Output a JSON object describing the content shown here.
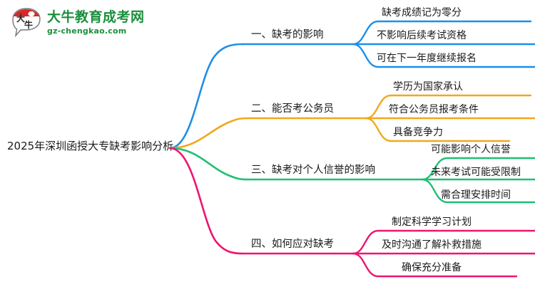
{
  "logo": {
    "mark_text_top": "大",
    "mark_text_bottom": "牛",
    "title": "大牛教育成考网",
    "url": "gz-chengkao.com",
    "brand_color": "#1a8f3c",
    "mark_accent_color": "#d62828"
  },
  "mindmap": {
    "center": {
      "title": "2025年深圳函授大专缺考影响分析"
    },
    "branches": [
      {
        "label": "一、缺考的影响",
        "color": "#1e8fe8",
        "children": [
          {
            "label": "缺考成绩记为零分"
          },
          {
            "label": "不影响后续考试资格"
          },
          {
            "label": "可在下一年度继续报名"
          }
        ]
      },
      {
        "label": "二、能否考公务员",
        "color": "#f0a81e",
        "children": [
          {
            "label": "学历为国家承认"
          },
          {
            "label": "符合公务员报考条件"
          },
          {
            "label": "具备竞争力"
          }
        ]
      },
      {
        "label": "三、缺考对个人信誉的影响",
        "color": "#1fbf74",
        "children": [
          {
            "label": "可能影响个人信誉"
          },
          {
            "label": "未来考试可能受限制"
          },
          {
            "label": "需合理安排时间"
          }
        ]
      },
      {
        "label": "四、如何应对缺考",
        "color": "#ef1470",
        "children": [
          {
            "label": "制定科学学习计划"
          },
          {
            "label": "及时沟通了解补救措施"
          },
          {
            "label": "确保充分准备"
          }
        ]
      }
    ]
  }
}
